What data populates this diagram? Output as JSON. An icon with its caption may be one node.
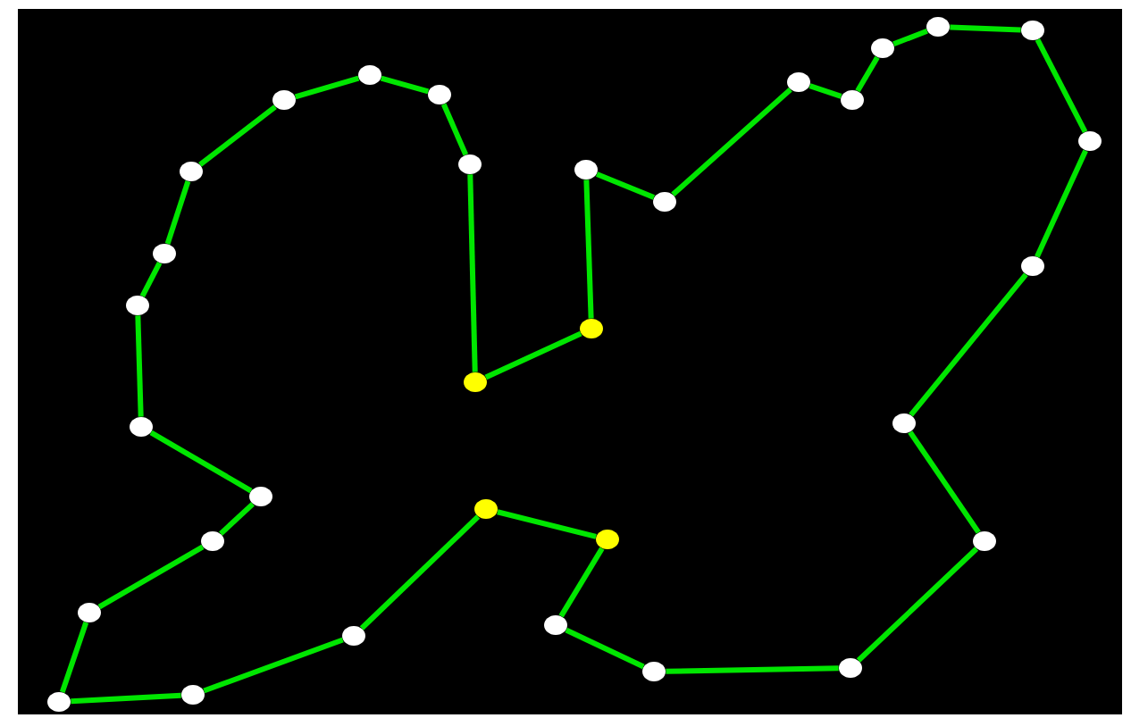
{
  "diagram": {
    "nodes": [
      {
        "text": [],
        "shape": "circle"
      },
      {
        "text": [],
        "shape": "circle"
      },
      {
        "text": [],
        "shape": "circle"
      },
      {
        "text": [],
        "shape": "circle"
      },
      {
        "text": [],
        "shape": "circle"
      },
      {
        "text": [],
        "shape": "circle"
      },
      {
        "text": [],
        "shape": "circle"
      },
      {
        "text": [],
        "shape": "circle"
      },
      {
        "text": [],
        "shape": "circle"
      },
      {
        "text": [],
        "shape": "circle"
      },
      {
        "text": [],
        "shape": "circle"
      },
      {
        "text": [],
        "shape": "circle"
      },
      {
        "text": [],
        "shape": "circle"
      },
      {
        "text": [],
        "shape": "circle"
      },
      {
        "text": [],
        "shape": "circle"
      },
      {
        "text": [],
        "shape": "circle"
      },
      {
        "text": [],
        "shape": "circle"
      },
      {
        "text": [],
        "shape": "circle"
      },
      {
        "text": [],
        "shape": "circle"
      },
      {
        "text": [],
        "shape": "circle"
      },
      {
        "text": [],
        "shape": "circle"
      },
      {
        "text": [],
        "shape": "circle"
      },
      {
        "text": [],
        "shape": "circle"
      },
      {
        "text": [],
        "shape": "circle"
      },
      {
        "text": [],
        "shape": "circle"
      },
      {
        "text": [],
        "shape": "circle"
      },
      {
        "text": [],
        "shape": "circle"
      },
      {
        "text": [],
        "shape": "circle"
      },
      {
        "text": [],
        "shape": "circle"
      },
      {
        "text": [],
        "shape": "circle"
      },
      {
        "text": [],
        "shape": "circle"
      },
      {
        "text": [],
        "shape": "circle"
      }
    ],
    "edges": [
      {
        "from": 0,
        "to": 6,
        "arrow": "none"
      },
      {
        "from": 6,
        "to": 10,
        "arrow": "none"
      },
      {
        "from": 10,
        "to": 15,
        "arrow": "none"
      },
      {
        "from": 15,
        "to": 19,
        "arrow": "none"
      },
      {
        "from": 19,
        "to": 16,
        "arrow": "none"
      },
      {
        "from": 16,
        "to": 20,
        "arrow": "none"
      },
      {
        "from": 20,
        "to": 23,
        "arrow": "none"
      },
      {
        "from": 23,
        "to": 28,
        "arrow": "none"
      },
      {
        "from": 28,
        "to": 26,
        "arrow": "none"
      },
      {
        "from": 26,
        "to": 30,
        "arrow": "none"
      },
      {
        "from": 30,
        "to": 31,
        "arrow": "none"
      },
      {
        "from": 31,
        "to": 29,
        "arrow": "none"
      },
      {
        "from": 29,
        "to": 27,
        "arrow": "none"
      },
      {
        "from": 27,
        "to": 25,
        "arrow": "none"
      },
      {
        "from": 25,
        "to": 24,
        "arrow": "none"
      },
      {
        "from": 24,
        "to": 22,
        "arrow": "none"
      },
      {
        "from": 22,
        "to": 21,
        "arrow": "none"
      },
      {
        "from": 21,
        "to": 17,
        "arrow": "none"
      },
      {
        "from": 17,
        "to": 18,
        "arrow": "none"
      },
      {
        "from": 18,
        "to": 14,
        "arrow": "none"
      },
      {
        "from": 14,
        "to": 13,
        "arrow": "none"
      },
      {
        "from": 13,
        "to": 12,
        "arrow": "none"
      },
      {
        "from": 12,
        "to": 11,
        "arrow": "none"
      },
      {
        "from": 11,
        "to": 9,
        "arrow": "none"
      },
      {
        "from": 9,
        "to": 5,
        "arrow": "none"
      },
      {
        "from": 5,
        "to": 4,
        "arrow": "none"
      },
      {
        "from": 4,
        "to": 2,
        "arrow": "none"
      },
      {
        "from": 2,
        "to": 3,
        "arrow": "none"
      },
      {
        "from": 3,
        "to": 8,
        "arrow": "none"
      },
      {
        "from": 8,
        "to": 7,
        "arrow": "none"
      },
      {
        "from": 7,
        "to": 1,
        "arrow": "none"
      },
      {
        "from": 1,
        "to": 0,
        "arrow": "none"
      }
    ]
  }
}
